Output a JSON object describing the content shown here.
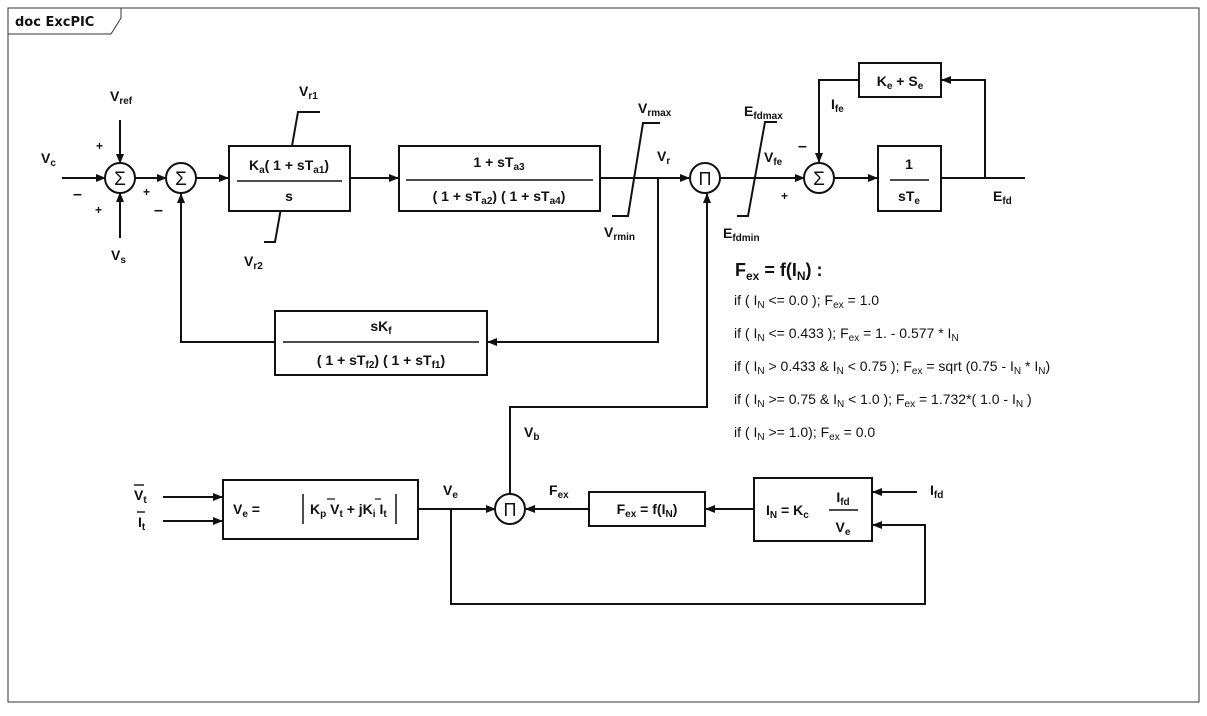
{
  "doc_tab": "doc ExcPIC",
  "labels": {
    "vc": "V",
    "vc_sub": "c",
    "vref": "V",
    "vref_sub": "ref",
    "vs": "V",
    "vs_sub": "s",
    "vr1": "V",
    "vr1_sub": "r1",
    "vr2": "V",
    "vr2_sub": "r2",
    "vrmax": "V",
    "vrmax_sub": "rmax",
    "vrmin": "V",
    "vrmin_sub": "rmin",
    "vr": "V",
    "vr_sub": "r",
    "efdmax": "E",
    "efdmax_sub": "fdmax",
    "efdmin": "E",
    "efdmin_sub": "fdmin",
    "vfe": "V",
    "vfe_sub": "fe",
    "ife": "I",
    "ife_sub": "fe",
    "efd": "E",
    "efd_sub": "fd",
    "vb": "V",
    "vb_sub": "b",
    "ve": "V",
    "ve_sub": "e",
    "fex": "F",
    "fex_sub": "ex",
    "vt": "V",
    "vt_sub": "t",
    "it": "I",
    "it_sub": "t",
    "ifd": "I",
    "ifd_sub": "fd"
  },
  "signs": {
    "plus": "+",
    "minus": "–"
  },
  "symbols": {
    "sigma": "Σ",
    "pi": "Π"
  },
  "blocks": {
    "ka": {
      "num_a": "K",
      "num_a_sub": "a",
      "num_b": "( 1 + sT",
      "num_b_sub": "a1",
      "num_c": ")",
      "den": "s"
    },
    "lead_lag": {
      "num": "1 + sT",
      "num_sub": "a3",
      "den_a": "( 1 + sT",
      "den_a_sub": "a2",
      "den_b": ") ( 1 + sT",
      "den_b_sub": "a4",
      "den_c": ")"
    },
    "kf": {
      "num_a": "sK",
      "num_a_sub": "f",
      "den_a": "( 1 + sT",
      "den_a_sub": "f2",
      "den_b": ") ( 1 + sT",
      "den_b_sub": "f1",
      "den_c": ")"
    },
    "te": {
      "num": "1",
      "den": "sT",
      "den_sub": "e"
    },
    "ke": {
      "a": "K",
      "a_sub": "e",
      "b": " + S",
      "b_sub": "e"
    },
    "ve_eq": {
      "a": "V",
      "a_sub": "e",
      "b": " = ",
      "c": "K",
      "c_sub": "p",
      "d": " V",
      "d_sub": "t",
      "e": " +  jK",
      "e_sub": "i",
      "f": " I",
      "f_sub": "t"
    },
    "fex_fn": {
      "a": "F",
      "a_sub": "ex",
      "b": " = f(I",
      "b_sub": "N",
      "c": ")"
    },
    "in_eq": {
      "a": "I",
      "a_sub": "N",
      "b": " = K",
      "b_sub": "c",
      "num": "I",
      "num_sub": "fd",
      "den": "V",
      "den_sub": "e"
    }
  },
  "fex_def": {
    "title": {
      "a": "F",
      "a_sub": "ex",
      "b": " = f(I",
      "b_sub": "N",
      "c": ") :"
    },
    "lines": [
      {
        "a": "if  ( I",
        "a_sub": "N",
        "b": " <= 0.0 ); F",
        "b_sub": "ex",
        "c": " = 1.0"
      },
      {
        "a": "if  ( I",
        "a_sub": "N",
        "b": " <= 0.433 ); F",
        "b_sub": "ex",
        "c": " = 1. - 0.577 * I",
        "c_sub": "N"
      },
      {
        "a": "if  ( I",
        "a_sub": "N",
        "b": " > 0.433  &  I",
        "b_sub": "N",
        "c": " < 0.75 ); F",
        "c_sub": "ex",
        "d": " = sqrt (0.75 - I",
        "d_sub": "N",
        "e": " * I",
        "e_sub": "N",
        "f": ")"
      },
      {
        "a": "if  (  I",
        "a_sub": "N",
        "b": " >=  0.75  &  I",
        "b_sub": "N",
        "c": " < 1.0 ); F",
        "c_sub": "ex",
        "d": " = 1.732*( 1.0 - I",
        "d_sub": "N",
        "e": " )"
      },
      {
        "a": "if   ( I",
        "a_sub": "N",
        "b": " >= 1.0); F",
        "b_sub": "ex",
        "c": " = 0.0"
      }
    ]
  }
}
